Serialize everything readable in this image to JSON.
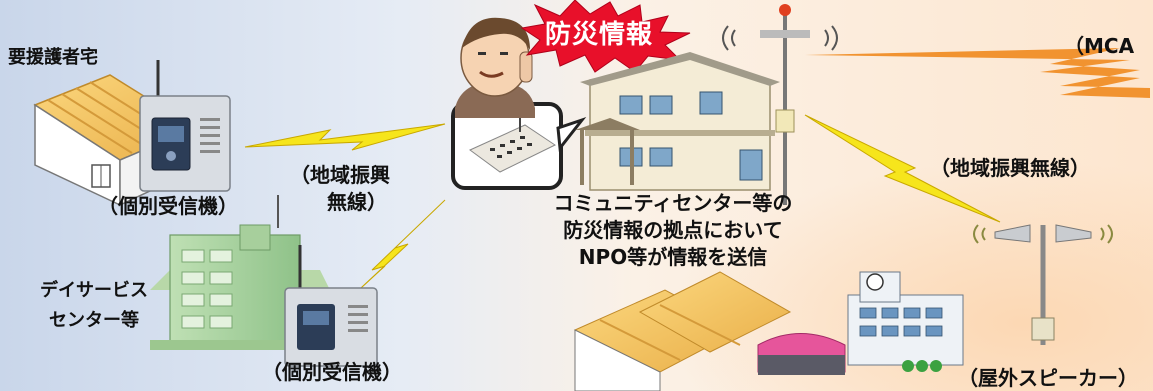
{
  "diagram": {
    "alert_badge": "防災情報",
    "network_label": "（MCA",
    "household_label": "要援護者宅",
    "receiver_label_1": "（個別受信機）",
    "receiver_label_2": "（個別受信機）",
    "radio_label_left_line1": "（地域振興",
    "radio_label_left_line2": "無線）",
    "radio_label_right": "（地域振興無線）",
    "center_caption_line1": "コミュニティセンター等の",
    "center_caption_line2": "防災情報の拠点において",
    "center_caption_line3": "NPO等が情報を送信",
    "dayservice_label_line1": "デイサービス",
    "dayservice_label_line2": "センター等",
    "speaker_label": "（屋外スピーカー）"
  },
  "colors": {
    "burst_red": "#e8102a",
    "lightning_yellow": "#f6e51c",
    "lightning_orange": "#f08a1e",
    "house_roof": "#f3c466",
    "facility_pink": "#e6559b"
  }
}
